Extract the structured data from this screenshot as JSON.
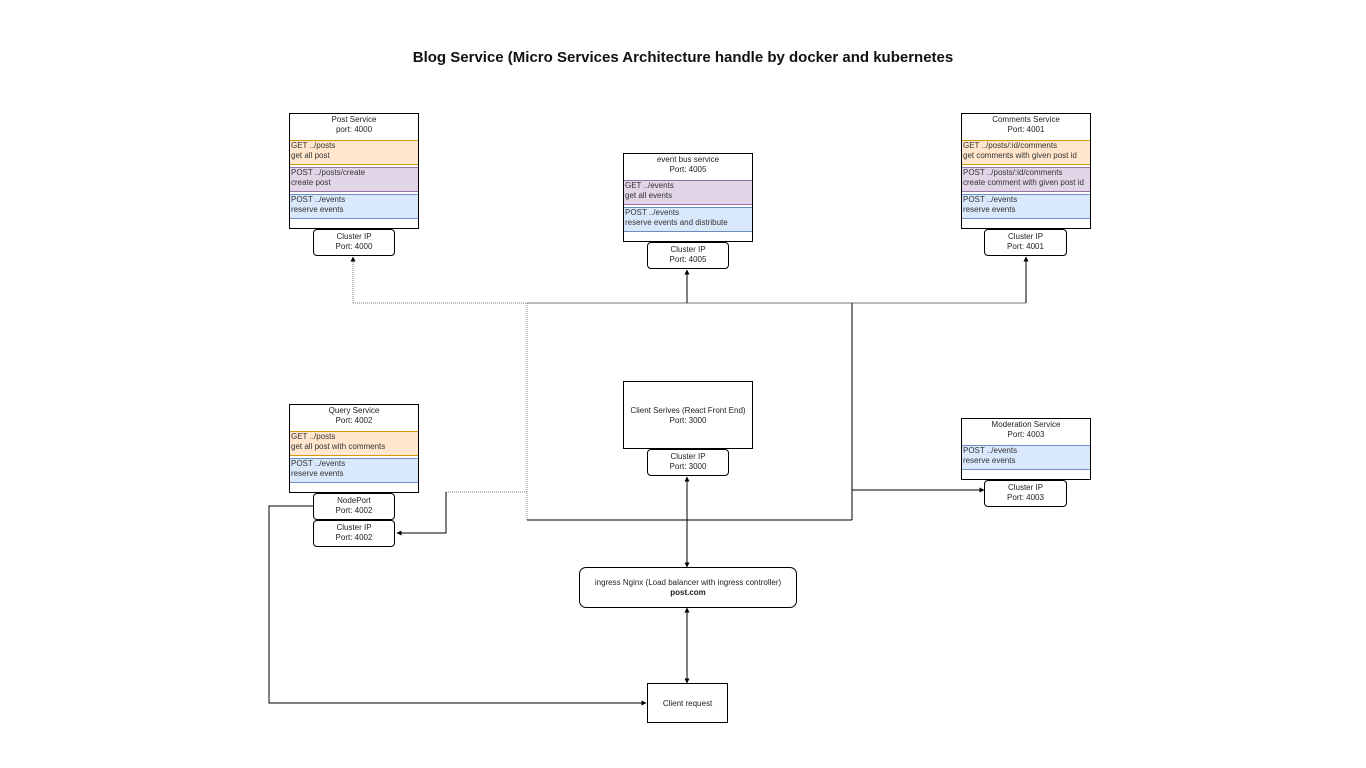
{
  "title": "Blog Service (Micro Services Architecture handle by docker and kubernetes",
  "post_service": {
    "name": "Post Service",
    "port": "port: 4000",
    "routes": [
      {
        "method": "GET ../posts",
        "desc": "get all post"
      },
      {
        "method": "POST ../posts/create",
        "desc": "create post"
      },
      {
        "method": "POST ../events",
        "desc": "reserve events"
      }
    ],
    "cluster_ip": {
      "label": "Cluster IP",
      "port": "Port: 4000"
    }
  },
  "event_bus": {
    "name": "event bus service",
    "port": "Port: 4005",
    "routes": [
      {
        "method": "GET ../events",
        "desc": "get all events"
      },
      {
        "method": "POST ../events",
        "desc": "reserve events and distribute"
      }
    ],
    "cluster_ip": {
      "label": "Cluster IP",
      "port": "Port: 4005"
    }
  },
  "comments_service": {
    "name": "Comments Service",
    "port": "Port: 4001",
    "routes": [
      {
        "method": "GET ../posts/:id/comments",
        "desc": "get comments with given post id"
      },
      {
        "method": "POST ../posts/:id/comments",
        "desc": "create comment with given post id"
      },
      {
        "method": "POST ../events",
        "desc": "reserve events"
      }
    ],
    "cluster_ip": {
      "label": "Cluster IP",
      "port": "Port: 4001"
    }
  },
  "query_service": {
    "name": "Query Service",
    "port": "Port: 4002",
    "routes": [
      {
        "method": "GET ../posts",
        "desc": "get all post with comments"
      },
      {
        "method": "POST ../events",
        "desc": "reserve events"
      }
    ],
    "node_port": {
      "label": "NodePort",
      "port": "Port: 4002"
    },
    "cluster_ip": {
      "label": "Cluster IP",
      "port": "Port: 4002"
    }
  },
  "client_service": {
    "name": "Client Serives (React Front End)",
    "port": "Port: 3000",
    "cluster_ip": {
      "label": "Cluster IP",
      "port": "Port: 3000"
    }
  },
  "moderation_service": {
    "name": "Moderation Service",
    "port": "Port: 4003",
    "routes": [
      {
        "method": "POST ../events",
        "desc": "reserve events"
      }
    ],
    "cluster_ip": {
      "label": "Cluster IP",
      "port": "Port: 4003"
    }
  },
  "ingress": {
    "name": "ingress Nginx (Load balancer with ingress controller)",
    "host": "post.com"
  },
  "client_request": {
    "label": "Client request"
  }
}
